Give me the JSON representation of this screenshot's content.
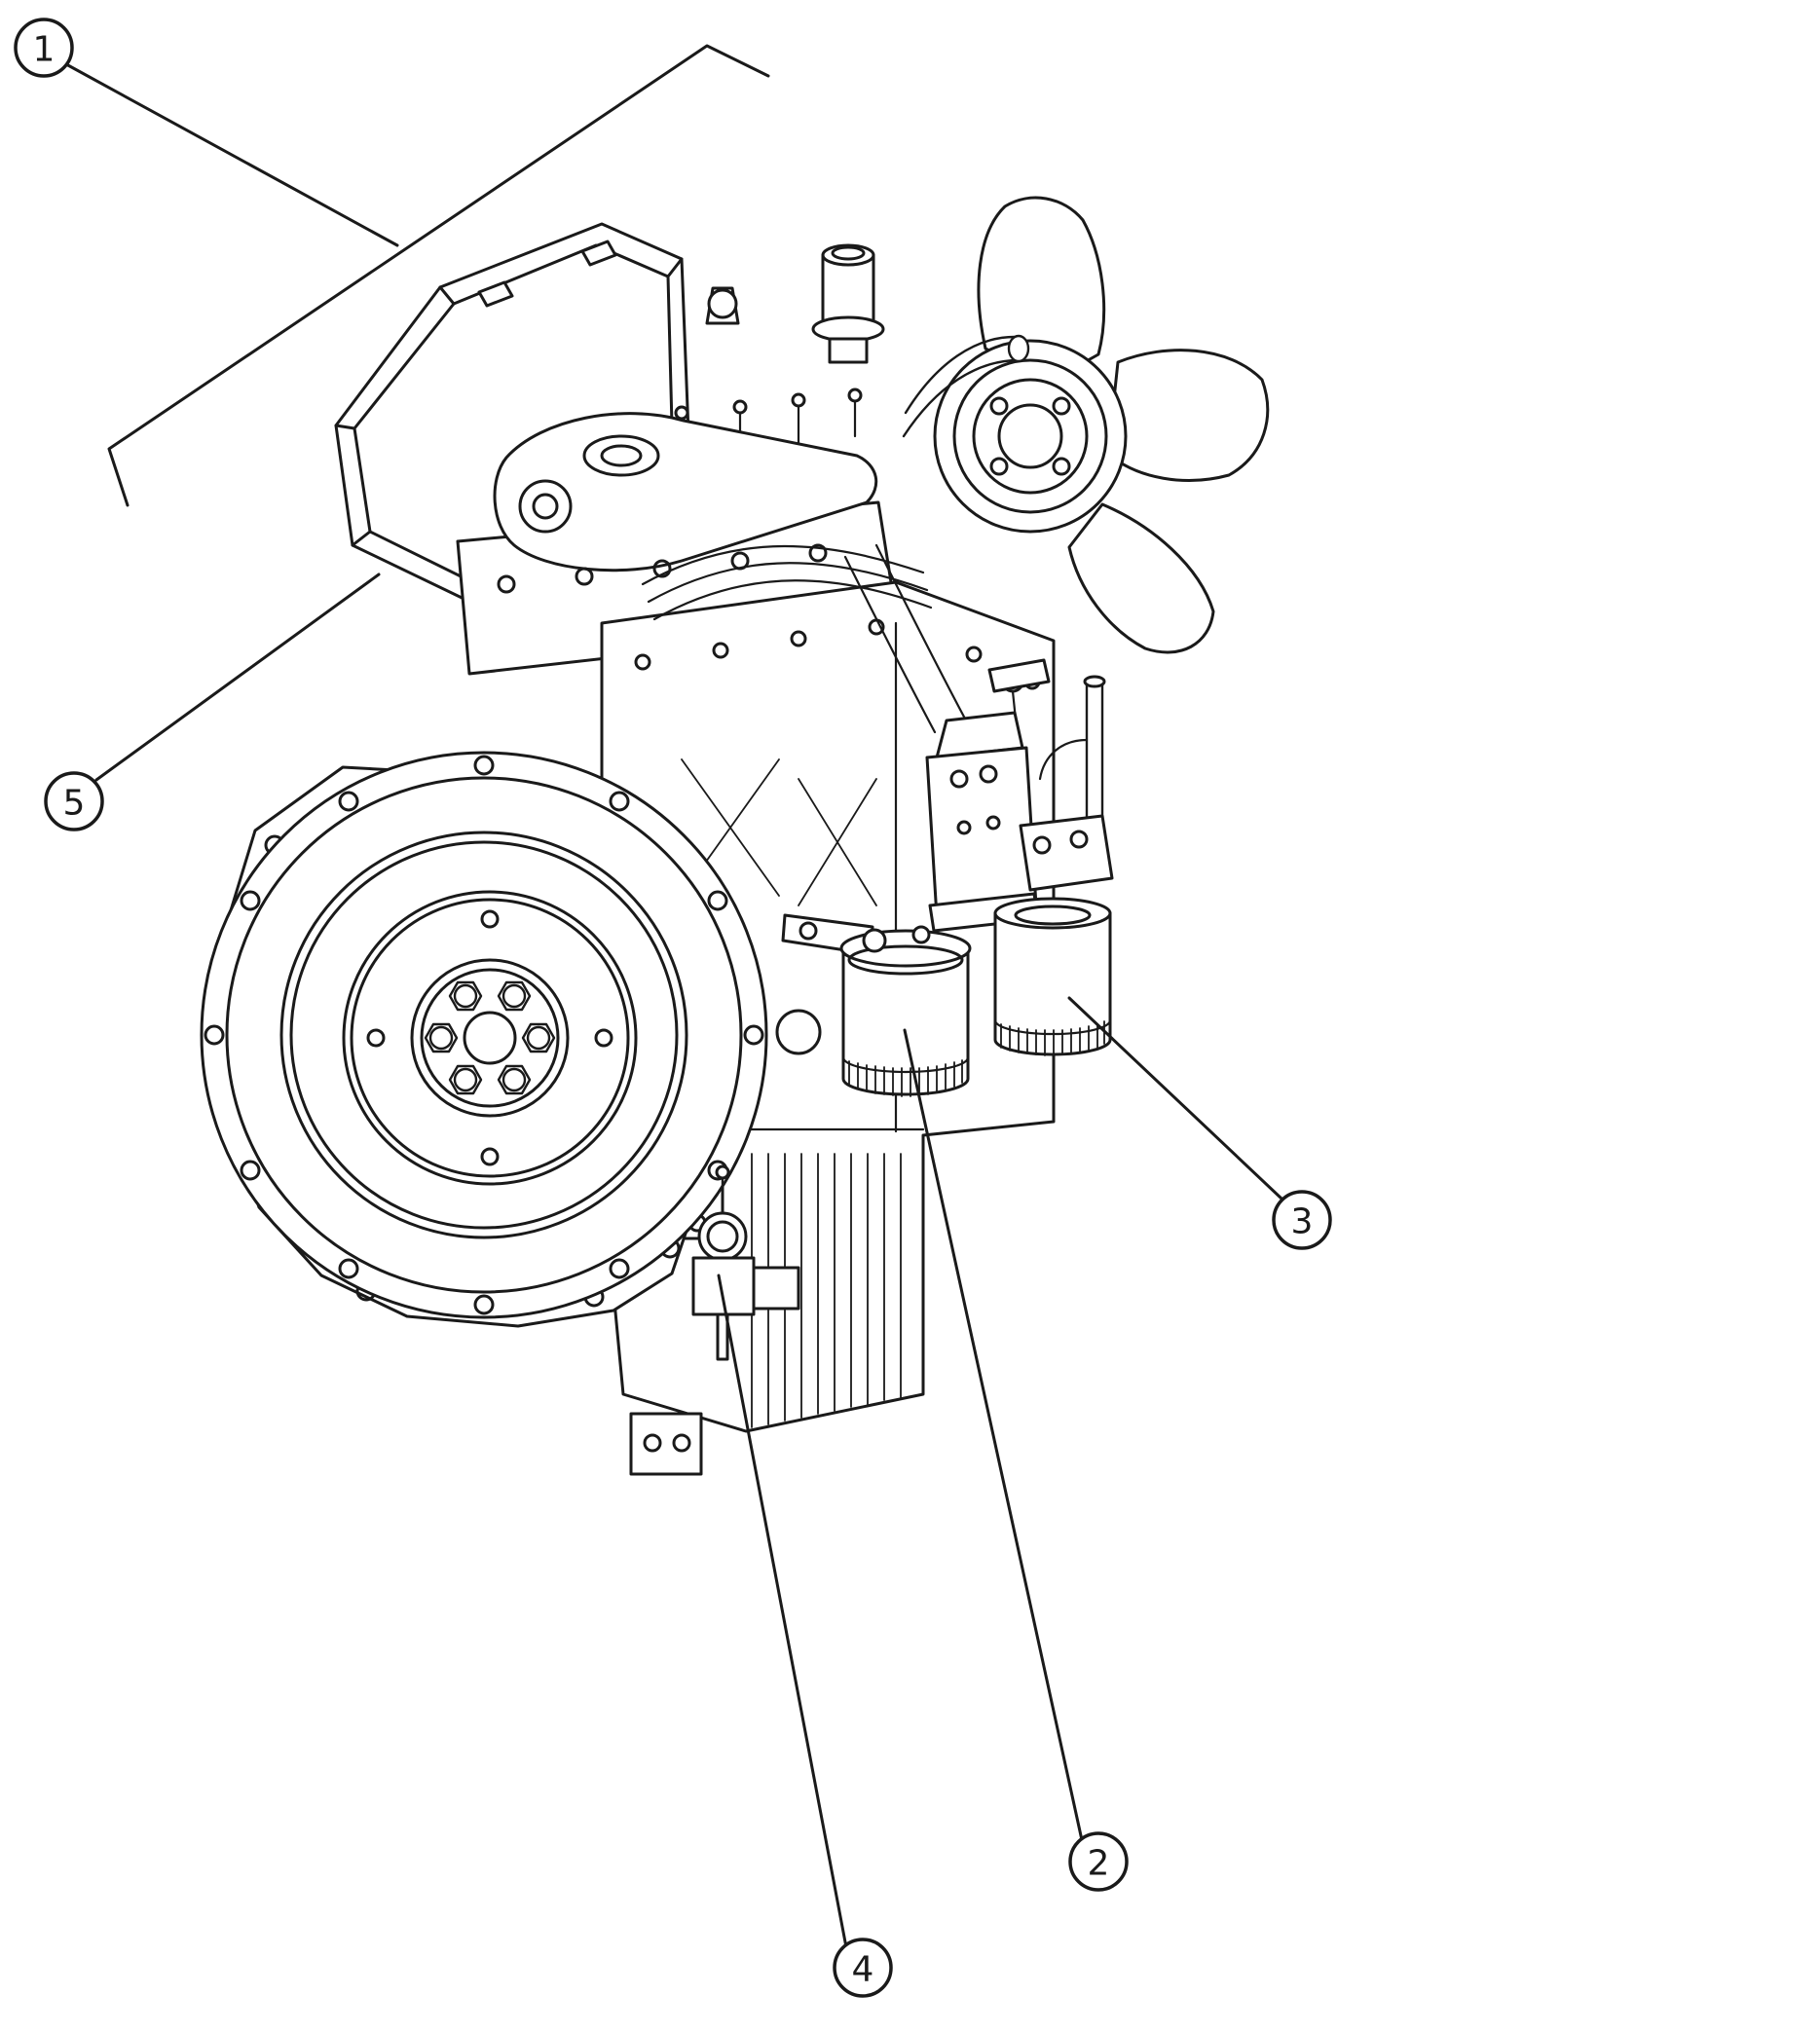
{
  "page": {
    "background": "#ffffff",
    "line_color": "#1a1a1a"
  },
  "diagram": {
    "callouts": [
      {
        "label": "1"
      },
      {
        "label": "2"
      },
      {
        "label": "3"
      },
      {
        "label": "4"
      },
      {
        "label": "5"
      }
    ]
  }
}
